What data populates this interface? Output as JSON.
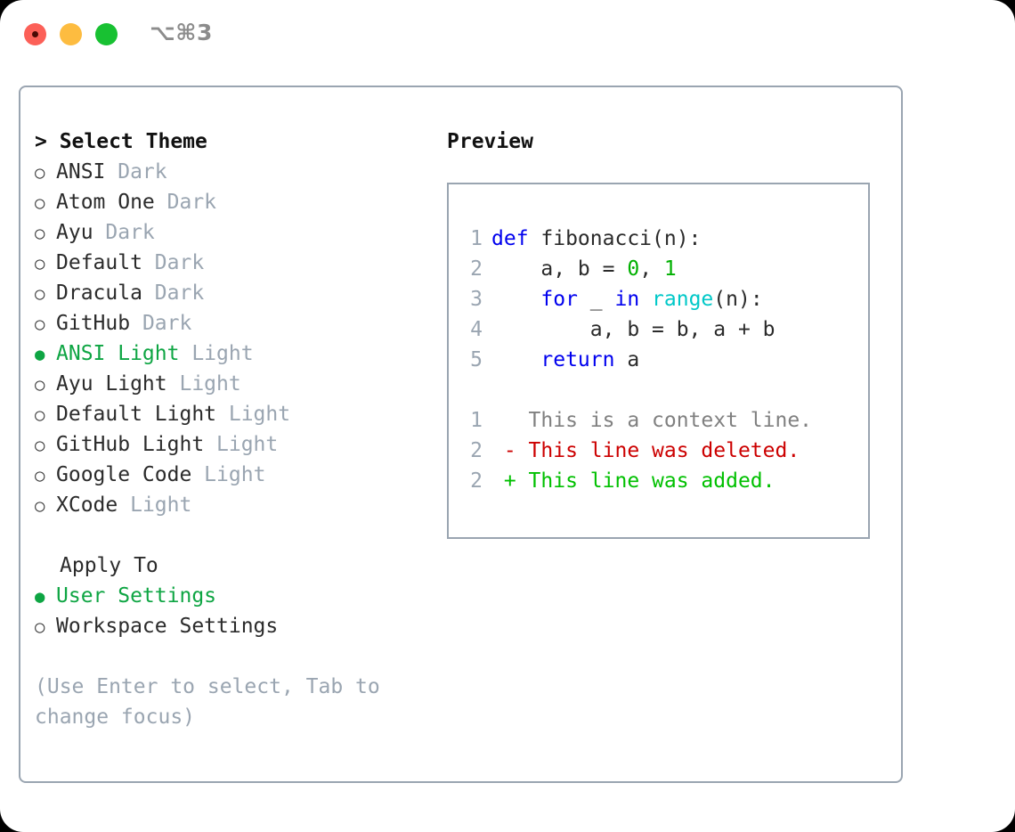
{
  "window": {
    "title": "⌥⌘3",
    "controls": [
      "close-button",
      "minimize-button",
      "maximize-button"
    ]
  },
  "colors": {
    "accent_green": "#0ea543",
    "border": "#9aa5b1",
    "muted": "#9aa5b1",
    "keyword_blue": "#0000ee",
    "number_green": "#00b000",
    "function_cyan": "#00c8c8",
    "diff_deleted": "#cc0000",
    "diff_added": "#00c000",
    "diff_context": "#808080"
  },
  "theme_panel": {
    "heading": "> Select Theme",
    "marker_selected": "●",
    "marker_unselected": "○",
    "items": [
      {
        "name": "ANSI",
        "variant": "Dark",
        "selected": false
      },
      {
        "name": "Atom One",
        "variant": "Dark",
        "selected": false
      },
      {
        "name": "Ayu",
        "variant": "Dark",
        "selected": false
      },
      {
        "name": "Default",
        "variant": "Dark",
        "selected": false
      },
      {
        "name": "Dracula",
        "variant": "Dark",
        "selected": false
      },
      {
        "name": "GitHub",
        "variant": "Dark",
        "selected": false
      },
      {
        "name": "ANSI Light",
        "variant": "Light",
        "selected": true
      },
      {
        "name": "Ayu Light",
        "variant": "Light",
        "selected": false
      },
      {
        "name": "Default Light",
        "variant": "Light",
        "selected": false
      },
      {
        "name": "GitHub Light",
        "variant": "Light",
        "selected": false
      },
      {
        "name": "Google Code",
        "variant": "Light",
        "selected": false
      },
      {
        "name": "XCode",
        "variant": "Light",
        "selected": false
      }
    ]
  },
  "apply_to": {
    "label": "Apply To",
    "options": [
      {
        "name": "User Settings",
        "selected": true
      },
      {
        "name": "Workspace Settings",
        "selected": false
      }
    ]
  },
  "hint": "(Use Enter to select, Tab to change focus)",
  "preview": {
    "heading": "Preview",
    "code_lines": [
      {
        "number": "1",
        "tokens": [
          {
            "t": "def",
            "c": "kw"
          },
          {
            "t": " fibonacci(n):",
            "c": "plain"
          }
        ]
      },
      {
        "number": "2",
        "tokens": [
          {
            "t": "    a, b = ",
            "c": "plain"
          },
          {
            "t": "0",
            "c": "num"
          },
          {
            "t": ", ",
            "c": "plain"
          },
          {
            "t": "1",
            "c": "num"
          }
        ]
      },
      {
        "number": "3",
        "tokens": [
          {
            "t": "    ",
            "c": "plain"
          },
          {
            "t": "for",
            "c": "kw"
          },
          {
            "t": " _ ",
            "c": "plain"
          },
          {
            "t": "in",
            "c": "kw"
          },
          {
            "t": " ",
            "c": "plain"
          },
          {
            "t": "range",
            "c": "fn"
          },
          {
            "t": "(n):",
            "c": "plain"
          }
        ]
      },
      {
        "number": "4",
        "tokens": [
          {
            "t": "        a, b = b, a + b",
            "c": "plain"
          }
        ]
      },
      {
        "number": "5",
        "tokens": [
          {
            "t": "    ",
            "c": "plain"
          },
          {
            "t": "return",
            "c": "kw"
          },
          {
            "t": " a",
            "c": "plain"
          }
        ]
      }
    ],
    "diff_lines": [
      {
        "number": "1",
        "marker": " ",
        "text": " This is a context line.",
        "kind": "ctx"
      },
      {
        "number": "2",
        "marker": "-",
        "text": " This line was deleted.",
        "kind": "del"
      },
      {
        "number": "2",
        "marker": "+",
        "text": " This line was added.",
        "kind": "add"
      }
    ]
  }
}
